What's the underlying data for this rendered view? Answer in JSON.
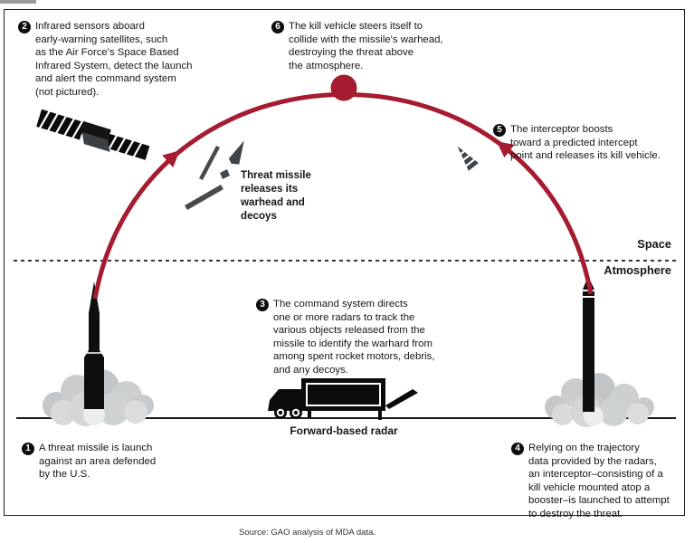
{
  "diagram": {
    "source_note": "Source: GAO analysis of MDA data.",
    "space_label": "Space",
    "atmosphere_label": "Atmosphere",
    "radar_caption": "Forward-based radar",
    "threat_release_label": "Threat missile\nreleases its\nwarhead and\ndecoys",
    "colors": {
      "trajectory": "#A51C30",
      "ink": "#1a1a1a",
      "debris": "#3E444A",
      "smoke": "#CDD0D2"
    },
    "steps": [
      {
        "num": "1",
        "text": "A threat missile is launch\nagainst an area defended\nby the U.S."
      },
      {
        "num": "2",
        "text": "Infrared sensors aboard\nearly-warning satellites, such\nas the Air Force's Space Based\nInfrared System, detect the launch\nand alert the command system\n(not pictured)."
      },
      {
        "num": "3",
        "text": "The command system directs\none or more radars to track the\nvarious objects released from the\nmissile to identify the warhard from\namong spent rocket motors, debris,\nand any decoys."
      },
      {
        "num": "4",
        "text": "Relying on the trajectory\ndata provided by the radars,\nan interceptor–consisting of a\nkill vehicle mounted atop a\nbooster–is launched to attempt\nto destroy the threat."
      },
      {
        "num": "5",
        "text": "The interceptor boosts\ntoward a predicted intercept\npoint and releases its kill vehicle."
      },
      {
        "num": "6",
        "text": "The kill vehicle steers itself to\ncollide with the missile's warhead,\ndestroying the threat above\nthe atmosphere."
      }
    ]
  }
}
